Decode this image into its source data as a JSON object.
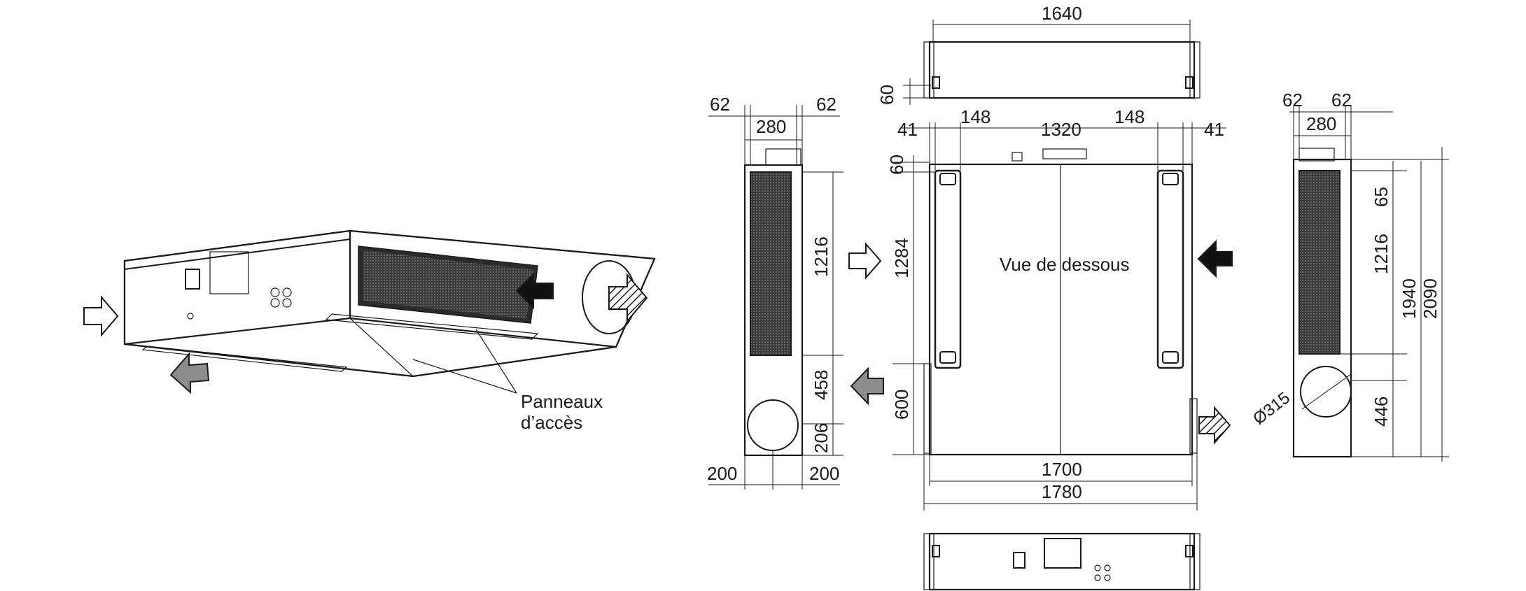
{
  "labels": {
    "access_panels_line1": "Panneaux",
    "access_panels_line2": "d’accès",
    "bottom_view": "Vue de dessous",
    "diameter": "Ø315"
  },
  "dimensions": {
    "top_width": "1640",
    "top_height": "60",
    "left_62a": "62",
    "left_280": "280",
    "left_62b": "62",
    "left_1216": "1216",
    "left_458": "458",
    "left_206": "206",
    "left_200a": "200",
    "left_200b": "200",
    "center_41a": "41",
    "center_148a": "148",
    "center_1320": "1320",
    "center_148b": "148",
    "center_41b": "41",
    "center_60": "60",
    "center_1284": "1284",
    "center_600": "600",
    "center_1700": "1700",
    "center_1780": "1780",
    "right_62a": "62",
    "right_62b": "62",
    "right_280": "280",
    "right_65": "65",
    "right_1216": "1216",
    "right_1940": "1940",
    "right_2090": "2090",
    "right_446": "446"
  },
  "colors": {
    "line": "#1a1a1a",
    "grille": "#2b2b2b",
    "arrow_grey": "#8c8c8c",
    "arrow_black": "#111111",
    "arrow_white": "#ffffff"
  }
}
